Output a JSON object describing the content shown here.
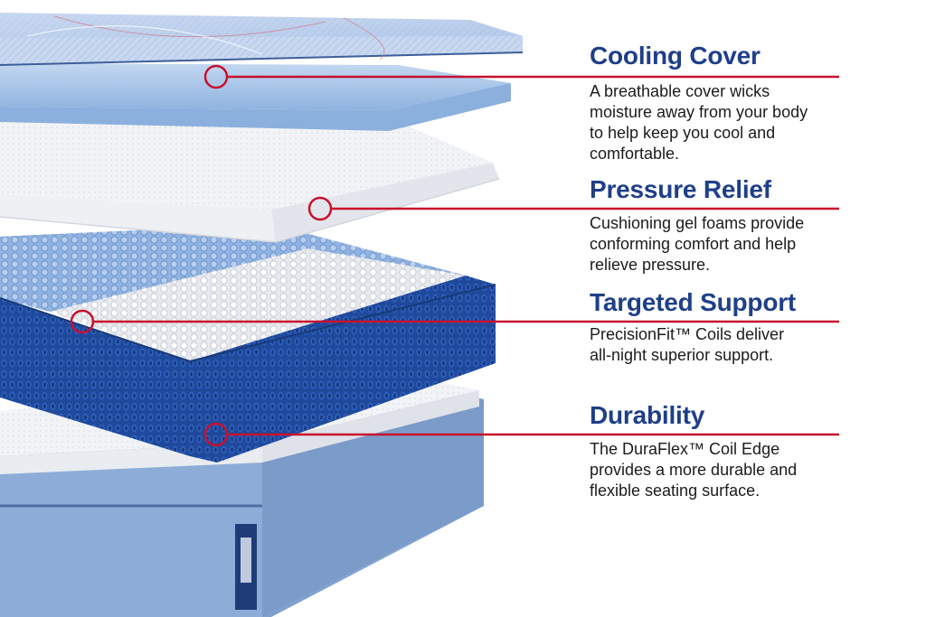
{
  "features": [
    {
      "title": "Cooling Cover",
      "description": "A breathable cover wicks\nmoisture away from your body\nto help keep you cool and\ncomfortable."
    },
    {
      "title": "Pressure Relief",
      "description": "Cushioning gel foams provide\nconforming comfort and help\nrelieve pressure."
    },
    {
      "title": "Targeted Support",
      "description": "PrecisionFit™ Coils deliver\nall-night superior support."
    },
    {
      "title": "Durability",
      "description": "The DuraFlex™ Coil Edge\nprovides a more durable and\nflexible seating surface."
    }
  ],
  "colors": {
    "title_blue": "#1f3f88",
    "callout_red": "#c8102e",
    "coil_blue": "#1f4a9c",
    "cover_blue": "#a9c3e8",
    "base_blue": "#8fb0da"
  }
}
